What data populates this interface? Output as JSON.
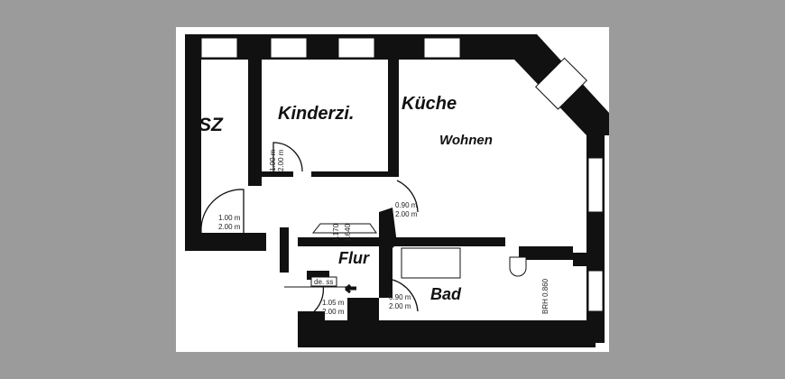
{
  "rooms": {
    "sz": "SZ",
    "kinderzimmer": "Kinderzi.",
    "kueche": "Küche",
    "wohnen": "Wohnen",
    "flur": "Flur",
    "bad": "Bad"
  },
  "dimensions": {
    "door_kinder_w": "1.00 m",
    "door_kinder_h": "2.00 m",
    "door_sz_w": "1.00 m",
    "door_sz_h": "2.00 m",
    "door_wohnen_w": "0.90 m",
    "door_wohnen_h": "2.00 m",
    "door_entry_w": "1.05 m",
    "door_entry_h": "2.00 m",
    "door_bad_w": "0.90 m",
    "door_bad_h": "2.00 m",
    "window_bad": "BRH 0.860",
    "niche_a": "1.170",
    "niche_b": "1.640",
    "sign": "de. ss"
  }
}
